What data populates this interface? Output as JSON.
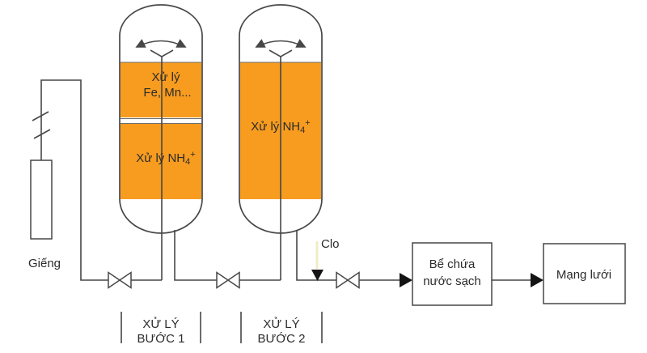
{
  "diagram": {
    "well": {
      "label": "Giếng"
    },
    "tank1": {
      "section_top": {
        "line1": "Xử lý",
        "line2": "Fe, Mn..."
      },
      "section_bottom": {
        "text": "Xử lý NH",
        "subscript": "4",
        "superscript": "+"
      }
    },
    "tank2": {
      "label": {
        "text": "Xử lý NH",
        "subscript": "4",
        "superscript": "+"
      }
    },
    "chlorine": {
      "label": "Clo"
    },
    "clean_water_tank": {
      "line1": "Bể chứa",
      "line2": "nước sạch"
    },
    "network": {
      "label": "Mạng lưới"
    },
    "stage1": {
      "line1": "XỬ LÝ",
      "line2": "BƯỚC 1"
    },
    "stage2": {
      "line1": "XỬ LÝ",
      "line2": "BƯỚC 2"
    },
    "colors": {
      "tank_fill": "#F79C1F",
      "line": "#474747",
      "text": "#2B2B2B",
      "chlorine_arrow": "#EFEDC5",
      "injection_marker": "#141414",
      "background": "#FFFFFF"
    }
  }
}
